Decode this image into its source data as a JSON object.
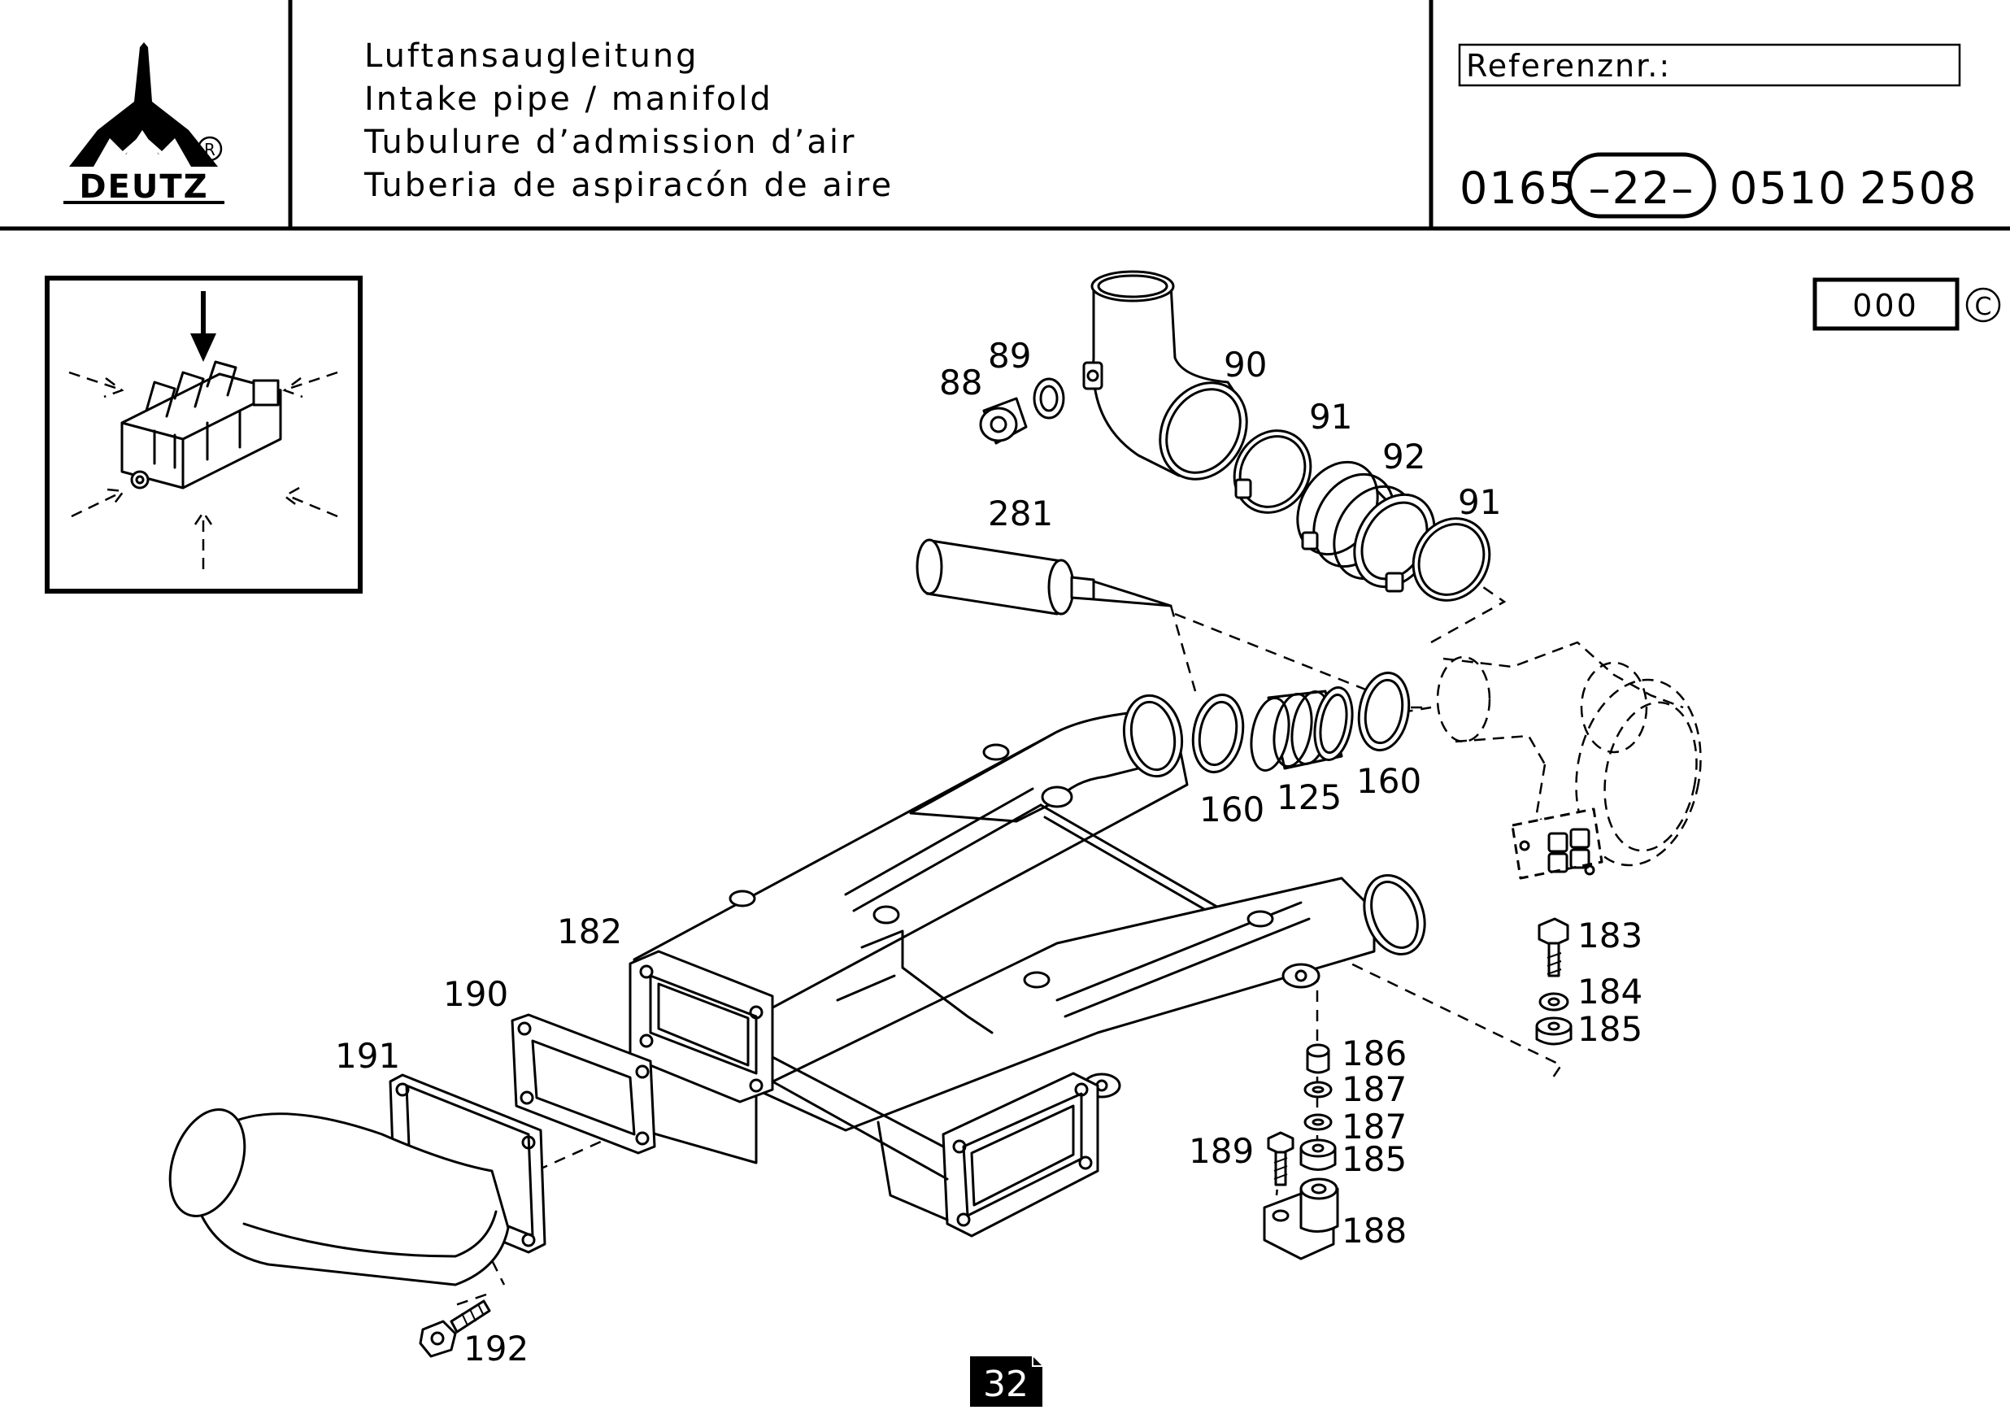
{
  "header": {
    "brand": "DEUTZ",
    "registered_mark": "R",
    "titles": [
      "Luftansaugleitung",
      "Intake pipe / manifold",
      "Tubulure d’admission d’air",
      "Tuberia de aspiracón de aire"
    ],
    "reference_label": "Referenznr.:",
    "code": {
      "part1": "0165",
      "part2": "–22–",
      "part3": "0510",
      "part4": "2508"
    }
  },
  "version_box": {
    "value": "000",
    "copyright": "C"
  },
  "callouts": {
    "c88": "88",
    "c89": "89",
    "c90": "90",
    "c91a": "91",
    "c92": "92",
    "c91b": "91",
    "c281": "281",
    "c160a": "160",
    "c125": "125",
    "c160b": "160",
    "c182": "182",
    "c190": "190",
    "c191": "191",
    "c192": "192",
    "c183": "183",
    "c184": "184",
    "c185a": "185",
    "c186": "186",
    "c187a": "187",
    "c187b": "187",
    "c189": "189",
    "c185b": "185",
    "c188": "188"
  },
  "page_number": "32"
}
